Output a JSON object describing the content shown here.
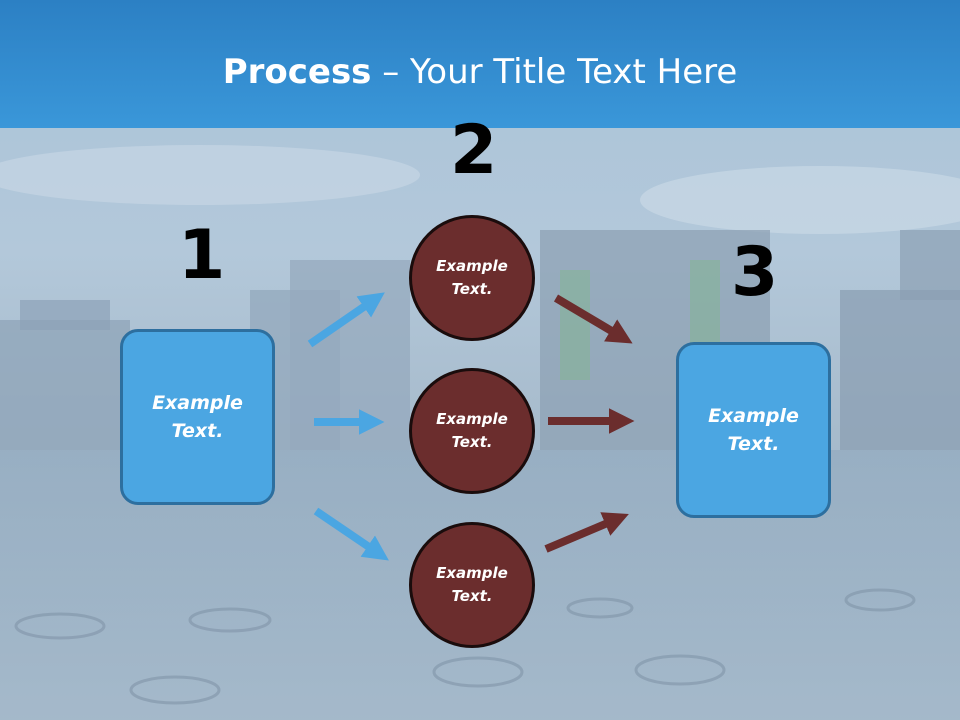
{
  "title": {
    "bold": "Process",
    "rest": " – Your Title Text Here"
  },
  "steps": {
    "one": {
      "number": "1",
      "box": "Example Text."
    },
    "two": {
      "number": "2",
      "circles": [
        "Example Text.",
        "Example Text.",
        "Example Text."
      ]
    },
    "three": {
      "number": "3",
      "box": "Example Text."
    }
  },
  "colors": {
    "title_band": "#3a97d9",
    "box": "#4ba6e2",
    "circle": "#6b2d2d",
    "arrow_in": "#4ba6e2",
    "arrow_out": "#6b2d2d"
  }
}
